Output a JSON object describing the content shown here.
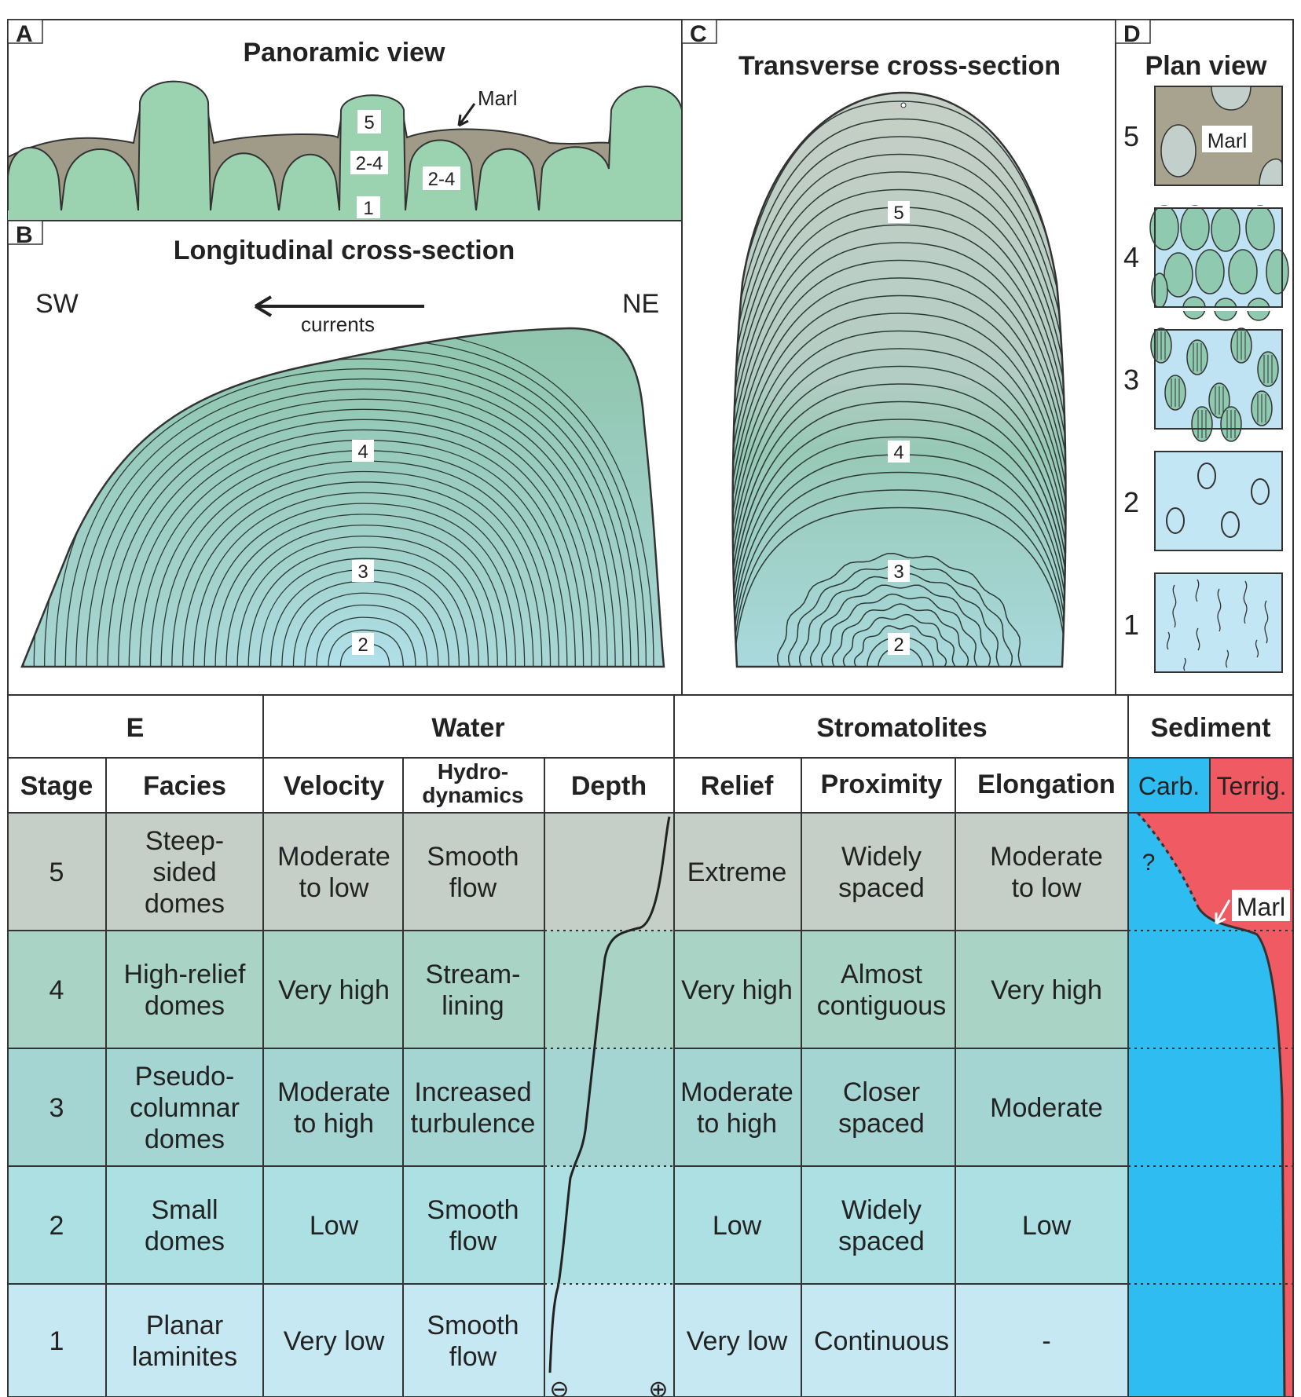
{
  "panels": {
    "a": {
      "letter": "A",
      "title": "Panoramic view",
      "marl": "Marl",
      "labels": [
        "5",
        "2-4",
        "2-4",
        "1"
      ]
    },
    "b": {
      "letter": "B",
      "title": "Longitudinal cross-section",
      "sw": "SW",
      "ne": "NE",
      "currents": "currents",
      "stages": [
        "4",
        "3",
        "2"
      ]
    },
    "c": {
      "letter": "C",
      "title": "Transverse cross-section",
      "stages": [
        "5",
        "4",
        "3",
        "2"
      ]
    },
    "d": {
      "letter": "D",
      "title": "Plan view",
      "marl": "Marl",
      "stages": [
        "5",
        "4",
        "3",
        "2",
        "1"
      ]
    }
  },
  "table": {
    "letter": "E",
    "groups": {
      "water": "Water",
      "stromatolites": "Stromatolites",
      "sediment": "Sediment"
    },
    "headers": {
      "stage": "Stage",
      "facies": "Facies",
      "velocity": "Velocity",
      "hydro": [
        "Hydro-",
        "dynamics"
      ],
      "depth": "Depth",
      "relief": "Relief",
      "proximity": "Proximity",
      "elongation": "Elongation",
      "carb": "Carb.",
      "terrig": "Terrig."
    },
    "rows": [
      {
        "stage": "5",
        "facies": [
          "Steep-",
          "sided",
          "domes"
        ],
        "velocity": [
          "Moderate",
          "to low"
        ],
        "hydro": [
          "Smooth",
          "flow"
        ],
        "relief": [
          "Extreme"
        ],
        "proximity": [
          "Widely",
          "spaced"
        ],
        "elongation": [
          "Moderate",
          "to low"
        ],
        "color": "#c5cfc8"
      },
      {
        "stage": "4",
        "facies": [
          "High-relief",
          "domes"
        ],
        "velocity": [
          "Very high"
        ],
        "hydro": [
          "Stream-",
          "lining"
        ],
        "relief": [
          "Very high"
        ],
        "proximity": [
          "Almost",
          "contiguous"
        ],
        "elongation": [
          "Very high"
        ],
        "color": "#a9d4c5"
      },
      {
        "stage": "3",
        "facies": [
          "Pseudo-",
          "columnar",
          "domes"
        ],
        "velocity": [
          "Moderate",
          "to high"
        ],
        "hydro": [
          "Increased",
          "turbulence"
        ],
        "relief": [
          "Moderate",
          "to high"
        ],
        "proximity": [
          "Closer",
          "spaced"
        ],
        "elongation": [
          "Moderate"
        ],
        "color": "#a5d5d3"
      },
      {
        "stage": "2",
        "facies": [
          "Small",
          "domes"
        ],
        "velocity": [
          "Low"
        ],
        "hydro": [
          "Smooth",
          "flow"
        ],
        "relief": [
          "Low"
        ],
        "proximity": [
          "Widely",
          "spaced"
        ],
        "elongation": [
          "Low"
        ],
        "color": "#ade0e3"
      },
      {
        "stage": "1",
        "facies": [
          "Planar",
          "laminites"
        ],
        "velocity": [
          "Very low"
        ],
        "hydro": [
          "Smooth",
          "flow"
        ],
        "relief": [
          "Very low"
        ],
        "proximity": [
          "Continuous"
        ],
        "elongation": [
          "-"
        ],
        "color": "#c6e8f2"
      }
    ],
    "depth_axis": {
      "minus": "⊖",
      "plus": "⊕"
    },
    "sediment": {
      "question": "?",
      "marl": "Marl",
      "carb_color": "#2fbcf0",
      "terrig_color": "#f05a62"
    }
  }
}
